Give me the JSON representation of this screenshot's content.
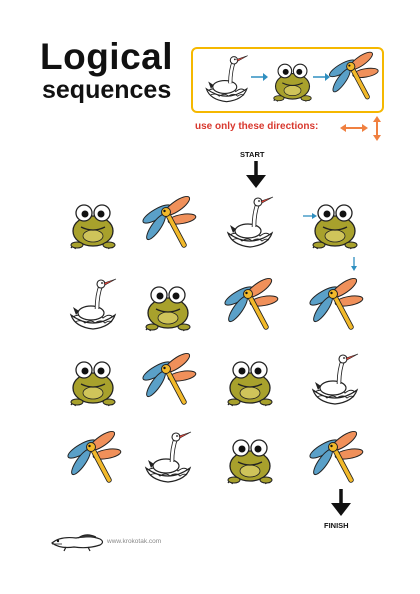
{
  "title": {
    "line1": "Logical",
    "line2": "sequences"
  },
  "rule": {
    "sequence": [
      "stork-icon",
      "frog-icon",
      "dragonfly-icon"
    ],
    "arrow_color": "#2f8fc0"
  },
  "directions": {
    "label": "use only these directions:",
    "arrow_color": "#f08040"
  },
  "start_label": "START",
  "finish_label": "FINISH",
  "grid": [
    [
      "frog",
      "dragonfly",
      "stork",
      "frog"
    ],
    [
      "stork",
      "frog",
      "dragonfly",
      "dragonfly"
    ],
    [
      "frog",
      "dragonfly",
      "frog",
      "stork"
    ],
    [
      "dragonfly",
      "stork",
      "frog",
      "dragonfly"
    ]
  ],
  "footer": {
    "site": "www.krokotak.com"
  },
  "colors": {
    "frame": "#f5b800",
    "frog": "#a8a12c",
    "wing_blue": "#5aa0c8",
    "wing_orange": "#f0905a",
    "body_yellow": "#f2b92a"
  }
}
